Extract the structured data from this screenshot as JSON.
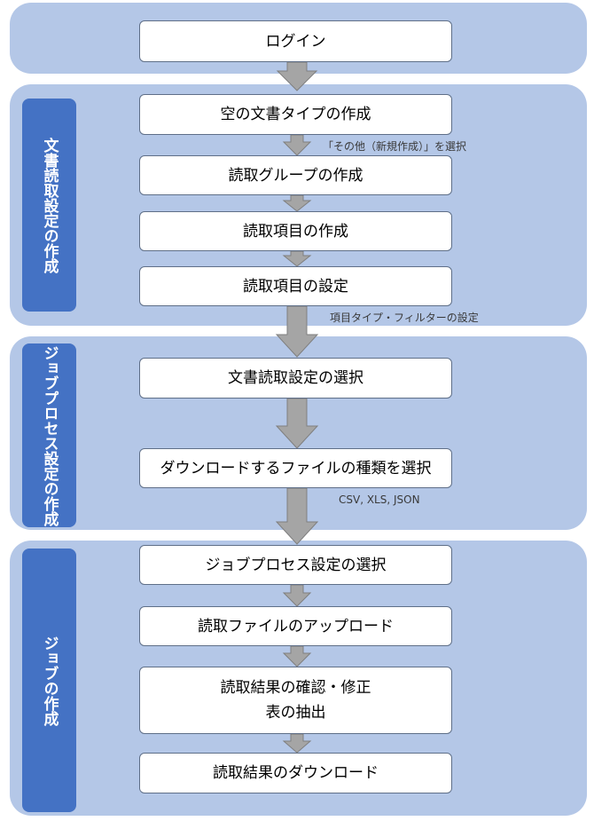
{
  "colors": {
    "panel_background": "#b4c7e7",
    "side_label_background": "#4472c4",
    "arrow": "#a5a5a5",
    "box_background": "#ffffff"
  },
  "sections": [
    {
      "label": ""
    },
    {
      "label": "文書読取設定の作成"
    },
    {
      "label": "ジョブプロセス設定の作成"
    },
    {
      "label": "ジョブの作成"
    }
  ],
  "steps": [
    {
      "text": "ログイン"
    },
    {
      "text": "空の文書タイプの作成"
    },
    {
      "text": "読取グループの作成"
    },
    {
      "text": "読取項目の作成"
    },
    {
      "text": "読取項目の設定"
    },
    {
      "text": "文書読取設定の選択"
    },
    {
      "text": "ダウンロードするファイルの種類を選択"
    },
    {
      "text": "ジョブプロセス設定の選択"
    },
    {
      "text": "読取ファイルのアップロード"
    },
    {
      "line1": "読取結果の確認・修正",
      "line2": "表の抽出"
    },
    {
      "text": "読取結果のダウンロード"
    }
  ],
  "notes": [
    {
      "text": "「その他（新規作成）」を選択"
    },
    {
      "text": "項目タイプ・フィルターの設定"
    },
    {
      "text": "CSV, XLS, JSON"
    }
  ]
}
